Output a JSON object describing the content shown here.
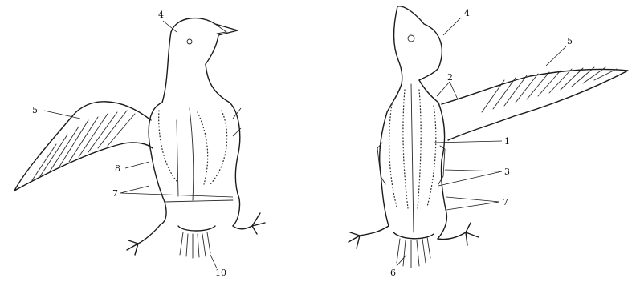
{
  "figure": {
    "left_bird": {
      "labels": [
        "4",
        "5",
        "8",
        "7",
        "10"
      ]
    },
    "right_bird": {
      "labels": [
        "4",
        "5",
        "2",
        "1",
        "3",
        "7",
        "6"
      ]
    }
  }
}
